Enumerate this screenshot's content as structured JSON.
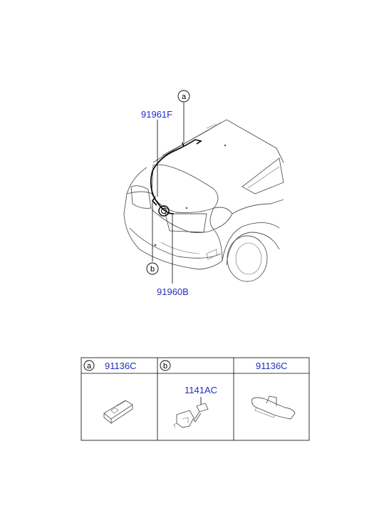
{
  "diagram": {
    "callouts": [
      {
        "letter": "a"
      },
      {
        "letter": "b"
      }
    ],
    "part_labels": [
      {
        "code": "91961F"
      },
      {
        "code": "91960B"
      }
    ]
  },
  "parts_table": {
    "cells": [
      {
        "letter": "a",
        "code": "91136C"
      },
      {
        "letter": "b",
        "code": "1141AC"
      },
      {
        "letter": "",
        "code": "91136C"
      }
    ]
  },
  "colors": {
    "label_blue": "#1f2fbf",
    "line_gray": "#555555"
  }
}
